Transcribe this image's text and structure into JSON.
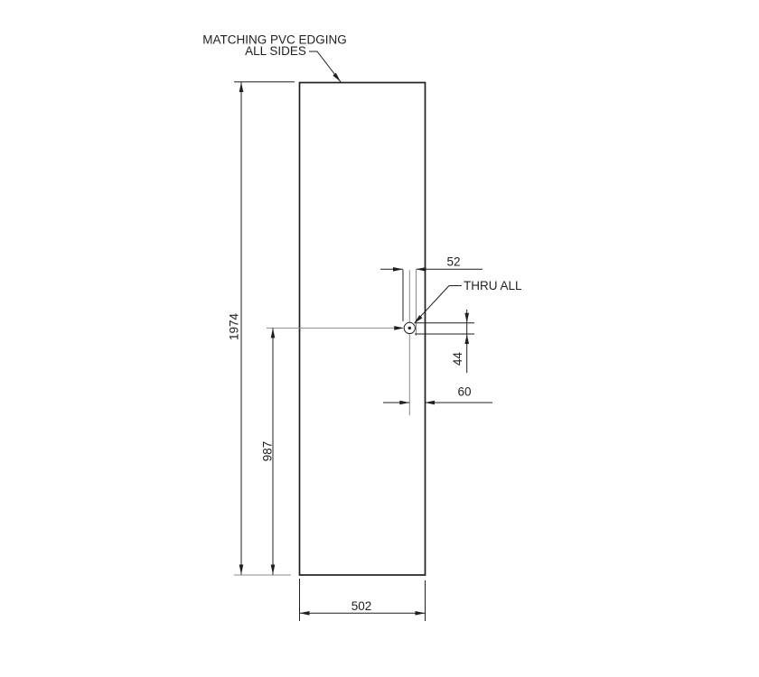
{
  "drawing": {
    "notes": {
      "edging_line1": "MATCHING PVC EDGING",
      "edging_line2": "ALL SIDES",
      "thru_all": "THRU ALL"
    },
    "dimensions": {
      "total_height": "1974",
      "hole_center_from_bottom": "987",
      "hole_width": "52",
      "hole_height": "44",
      "hole_center_from_right_edge": "60",
      "panel_width": "502"
    },
    "colors": {
      "line": "#1f1f1f",
      "extension_line": "#8a8a8a",
      "background": "#ffffff"
    }
  }
}
